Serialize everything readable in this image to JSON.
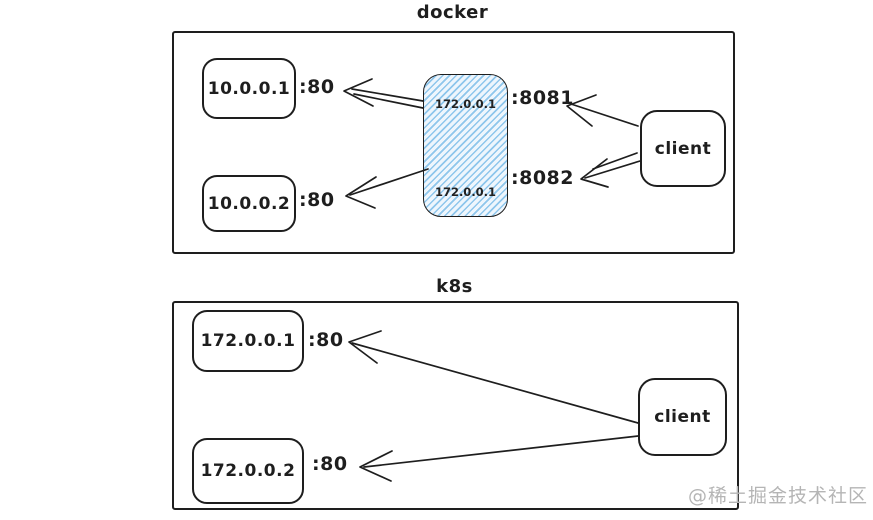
{
  "docker": {
    "title": "docker",
    "node1": {
      "label": "10.0.0.1",
      "port": ":80"
    },
    "node2": {
      "label": "10.0.0.2",
      "port": ":80"
    },
    "proxy": {
      "top_label": "172.0.0.1",
      "top_port": ":8081",
      "bottom_label": "172.0.0.1",
      "bottom_port": ":8082"
    },
    "client": {
      "label": "client"
    }
  },
  "k8s": {
    "title": "k8s",
    "node1": {
      "label": "172.0.0.1",
      "port": ":80"
    },
    "node2": {
      "label": "172.0.0.2",
      "port": ":80"
    },
    "client": {
      "label": "client"
    }
  },
  "watermark": {
    "text": "@稀土掘金技术社区"
  },
  "colors": {
    "stroke": "#1e1e1e",
    "proxy_fill": "#eef6fd",
    "proxy_hatch": "#8ec6ec",
    "watermark": "#b5b5b5"
  }
}
